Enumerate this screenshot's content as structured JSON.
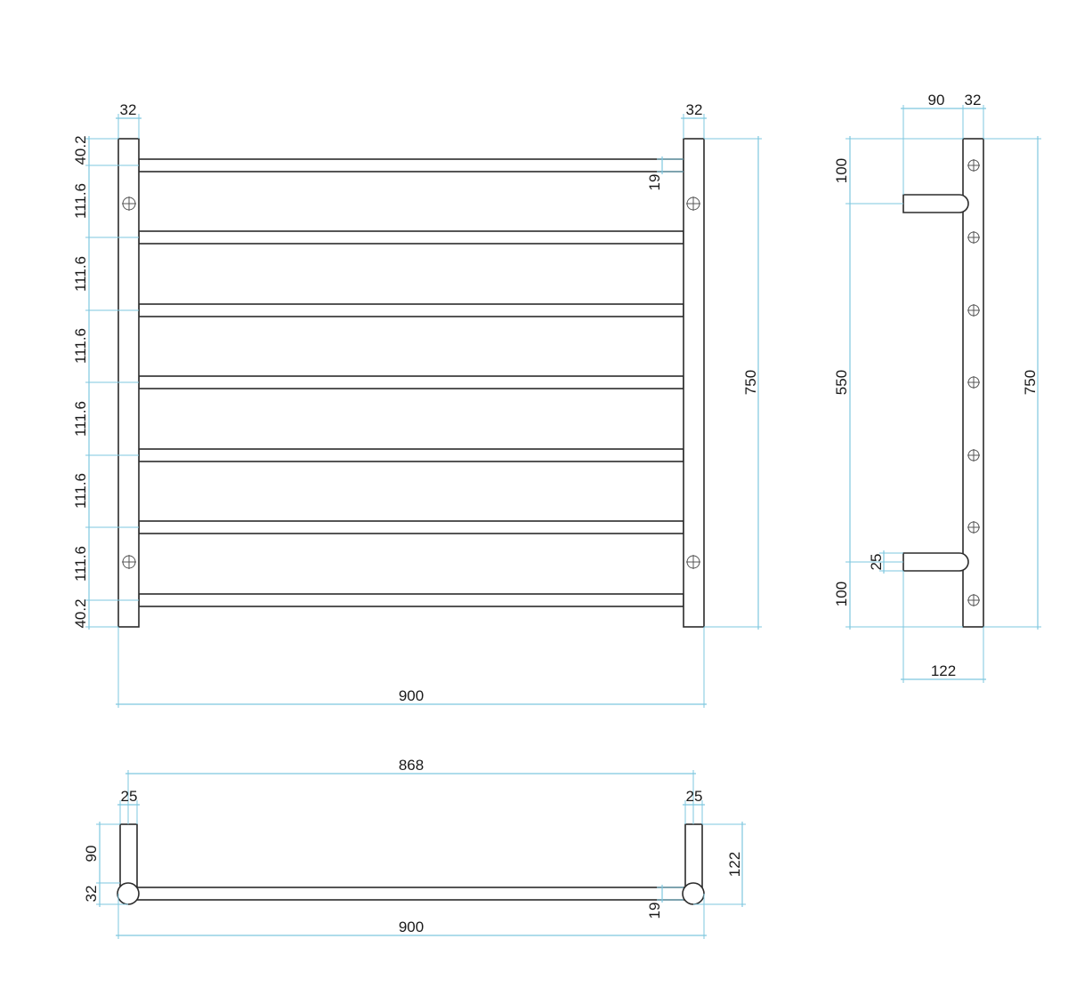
{
  "front_view": {
    "post_width_left": "32",
    "post_width_right": "32",
    "bar_dia": "19",
    "height": "750",
    "width": "900",
    "spacing_end_top": "40.2",
    "spacing_1": "111.6",
    "spacing_2": "111.6",
    "spacing_3": "111.6",
    "spacing_4": "111.6",
    "spacing_5": "111.6",
    "spacing_6": "111.6",
    "spacing_end_bottom": "40.2"
  },
  "side_view": {
    "depth_arm": "90",
    "depth_post": "32",
    "top_offset": "100",
    "bracket_spacing": "550",
    "bottom_offset": "100",
    "arm_dia": "25",
    "height": "750",
    "overall_depth": "122"
  },
  "plan_view": {
    "inner_width": "868",
    "arm_left": "25",
    "arm_right": "25",
    "arm_depth": "90",
    "post_depth": "32",
    "overall_depth": "122",
    "bar_dia": "19",
    "width": "900"
  },
  "colors": {
    "outline": "#2b2b2b",
    "dimension": "#7ec7df"
  }
}
